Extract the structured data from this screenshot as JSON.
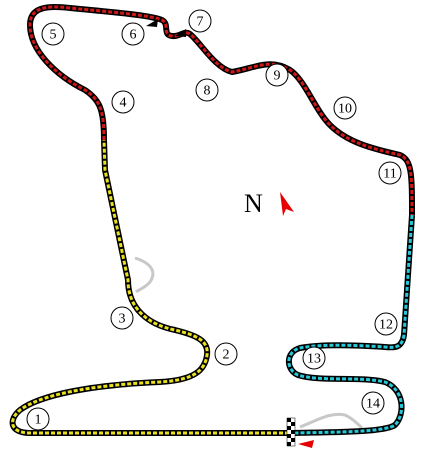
{
  "map": {
    "compass": {
      "letter": "N",
      "arrow_color": "#e60000"
    },
    "sector_colors": {
      "sector1": "#e8e020",
      "sector2": "#d01818",
      "sector3": "#28c8d8"
    },
    "track_color": "#000000",
    "pit_lane_color": "#c8c8c8",
    "start_finish": {
      "icon": "checkered-flag-icon",
      "direction_arrow_color": "#e60000"
    },
    "turns": [
      {
        "label": "1"
      },
      {
        "label": "2"
      },
      {
        "label": "3"
      },
      {
        "label": "4"
      },
      {
        "label": "5"
      },
      {
        "label": "6"
      },
      {
        "label": "7"
      },
      {
        "label": "8"
      },
      {
        "label": "9"
      },
      {
        "label": "10"
      },
      {
        "label": "11"
      },
      {
        "label": "12"
      },
      {
        "label": "13"
      },
      {
        "label": "14"
      }
    ]
  }
}
